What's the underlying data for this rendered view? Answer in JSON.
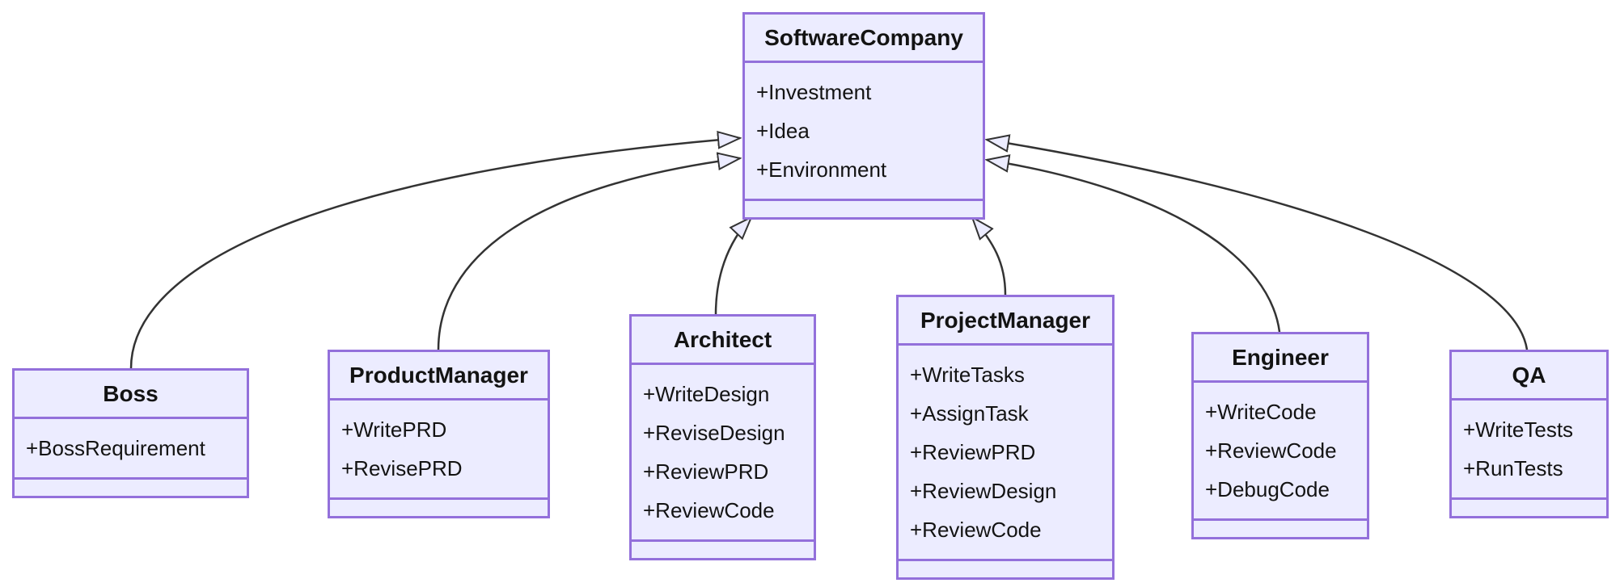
{
  "diagram": {
    "kind": "uml-class-diagram",
    "classes": [
      {
        "name": "SoftwareCompany",
        "members": [
          "+Investment",
          "+Idea",
          "+Environment"
        ]
      },
      {
        "name": "Boss",
        "members": [
          "+BossRequirement"
        ]
      },
      {
        "name": "ProductManager",
        "members": [
          "+WritePRD",
          "+RevisePRD"
        ]
      },
      {
        "name": "Architect",
        "members": [
          "+WriteDesign",
          "+ReviseDesign",
          "+ReviewPRD",
          "+ReviewCode"
        ]
      },
      {
        "name": "ProjectManager",
        "members": [
          "+WriteTasks",
          "+AssignTask",
          "+ReviewPRD",
          "+ReviewDesign",
          "+ReviewCode"
        ]
      },
      {
        "name": "Engineer",
        "members": [
          "+WriteCode",
          "+ReviewCode",
          "+DebugCode"
        ]
      },
      {
        "name": "QA",
        "members": [
          "+WriteTests",
          "+RunTests"
        ]
      }
    ],
    "relations": [
      {
        "from": "Boss",
        "to": "SoftwareCompany",
        "type": "inheritance"
      },
      {
        "from": "ProductManager",
        "to": "SoftwareCompany",
        "type": "inheritance"
      },
      {
        "from": "Architect",
        "to": "SoftwareCompany",
        "type": "inheritance"
      },
      {
        "from": "ProjectManager",
        "to": "SoftwareCompany",
        "type": "inheritance"
      },
      {
        "from": "Engineer",
        "to": "SoftwareCompany",
        "type": "inheritance"
      },
      {
        "from": "QA",
        "to": "SoftwareCompany",
        "type": "inheritance"
      }
    ],
    "colors": {
      "node_fill": "#ECECFF",
      "node_border": "#9370DB",
      "edge": "#333333",
      "text": "#131313",
      "bg": "#FFFFFF"
    }
  }
}
